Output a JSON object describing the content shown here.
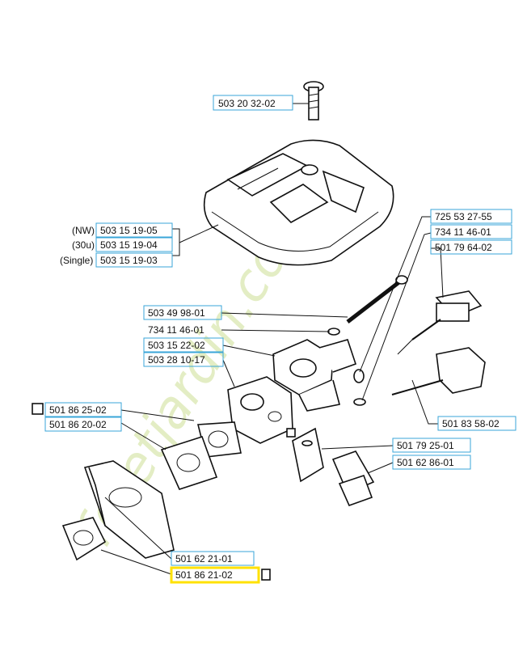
{
  "watermark": "foretjardin.com",
  "labels": {
    "screw_top": "503 20 32-02",
    "cover_nw_prefix": "(NW)",
    "cover_nw": "503 15 19-05",
    "cover_30u_prefix": "(30u)",
    "cover_30u": "503 15 19-04",
    "cover_single_prefix": "(Single)",
    "cover_single": "503 15 19-03",
    "long_screw": "503 49 98-01",
    "washer_a": "734 11 46-01",
    "flange": "503 15 22-02",
    "carburetor": "503 28 10-17",
    "gasket_box_a": "501 86 25-02",
    "gasket_a": "501 86 20-02",
    "choke_a": "725 53 27-55",
    "washer_b": "734 11 46-01",
    "choke_lever": "501 79 64-02",
    "throttle_link": "501 83 58-02",
    "plate": "501 79 25-01",
    "filter": "501 62 86-01",
    "intake": "501 62 21-01",
    "gasket_b": "501 86 21-02"
  },
  "colors": {
    "label_box": "#3aa6d8",
    "highlight": "#ffe100",
    "watermark": "#c9dc8a"
  }
}
